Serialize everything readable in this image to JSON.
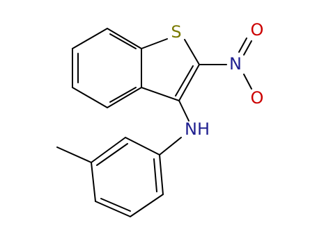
{
  "molecule": {
    "atoms": {
      "sulfur": {
        "label": "S",
        "color": "#7a7a00"
      },
      "nitro_nitrogen": {
        "label": "N",
        "color": "#1f1f8f"
      },
      "nitro_oxygen_top": {
        "label": "O",
        "color": "#cc0000"
      },
      "nitro_oxygen_bottom": {
        "label": "O",
        "color": "#cc0000"
      },
      "amine": {
        "label": "NH",
        "color": "#1f1f8f"
      }
    },
    "bond_color": "#000000",
    "background": "#ffffff"
  }
}
